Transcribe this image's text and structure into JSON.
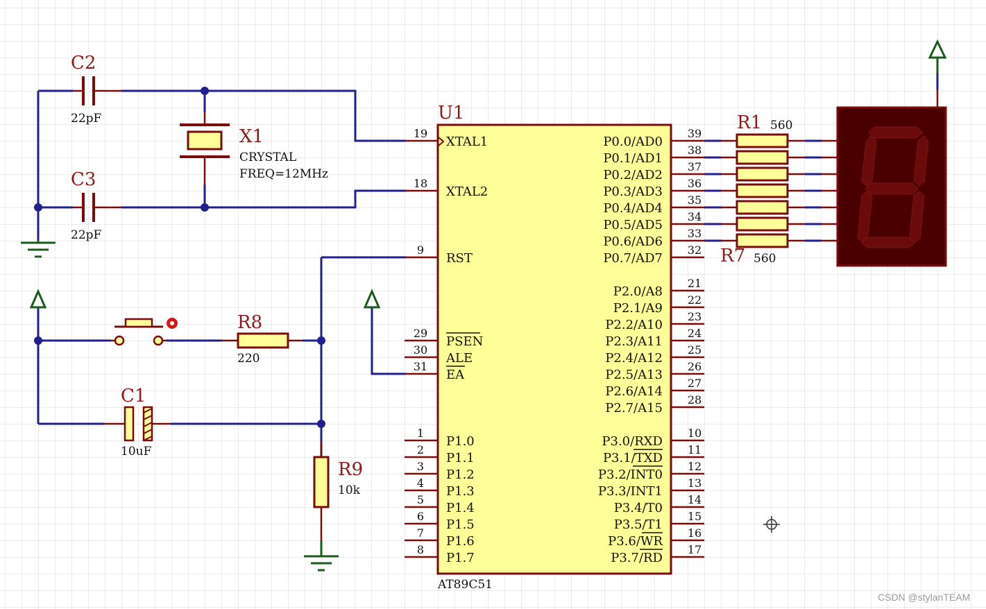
{
  "colors": {
    "wire": "#1f1f8f",
    "pin": "#7a0b0b",
    "component_fill": "#ffff99",
    "label": "#8b1a1a",
    "power": "#1a5a1a",
    "segment_display": "#4a0000",
    "segment": "#6b0a0a",
    "grid": "#d9d9d9"
  },
  "u1": {
    "ref": "U1",
    "part": "AT89C51",
    "left_pins": [
      {
        "num": "19",
        "name": "XTAL1"
      },
      {
        "num": "18",
        "name": "XTAL2"
      },
      {
        "num": "9",
        "name": "RST"
      },
      {
        "num": "29",
        "name": "PSEN"
      },
      {
        "num": "30",
        "name": "ALE"
      },
      {
        "num": "31",
        "name": "EA"
      },
      {
        "num": "1",
        "name": "P1.0"
      },
      {
        "num": "2",
        "name": "P1.1"
      },
      {
        "num": "3",
        "name": "P1.2"
      },
      {
        "num": "4",
        "name": "P1.3"
      },
      {
        "num": "5",
        "name": "P1.4"
      },
      {
        "num": "6",
        "name": "P1.5"
      },
      {
        "num": "7",
        "name": "P1.6"
      },
      {
        "num": "8",
        "name": "P1.7"
      }
    ],
    "right_pins": [
      {
        "num": "39",
        "name": "P0.0/AD0"
      },
      {
        "num": "38",
        "name": "P0.1/AD1"
      },
      {
        "num": "37",
        "name": "P0.2/AD2"
      },
      {
        "num": "36",
        "name": "P0.3/AD3"
      },
      {
        "num": "35",
        "name": "P0.4/AD4"
      },
      {
        "num": "34",
        "name": "P0.5/AD5"
      },
      {
        "num": "33",
        "name": "P0.6/AD6"
      },
      {
        "num": "32",
        "name": "P0.7/AD7"
      },
      {
        "num": "21",
        "name": "P2.0/A8"
      },
      {
        "num": "22",
        "name": "P2.1/A9"
      },
      {
        "num": "23",
        "name": "P2.2/A10"
      },
      {
        "num": "24",
        "name": "P2.3/A11"
      },
      {
        "num": "25",
        "name": "P2.4/A12"
      },
      {
        "num": "26",
        "name": "P2.5/A13"
      },
      {
        "num": "27",
        "name": "P2.6/A14"
      },
      {
        "num": "28",
        "name": "P2.7/A15"
      },
      {
        "num": "10",
        "name": "P3.0/RXD"
      },
      {
        "num": "11",
        "name": "P3.1/TXD"
      },
      {
        "num": "12",
        "name": "P3.2/INT0"
      },
      {
        "num": "13",
        "name": "P3.3/INT1"
      },
      {
        "num": "14",
        "name": "P3.4/T0"
      },
      {
        "num": "15",
        "name": "P3.5/T1"
      },
      {
        "num": "16",
        "name": "P3.6/WR"
      },
      {
        "num": "17",
        "name": "P3.7/RD"
      }
    ]
  },
  "c2": {
    "ref": "C2",
    "value": "22pF"
  },
  "c3": {
    "ref": "C3",
    "value": "22pF"
  },
  "x1": {
    "ref": "X1",
    "type": "CRYSTAL",
    "freq": "FREQ=12MHz"
  },
  "r8": {
    "ref": "R8",
    "value": "220"
  },
  "c1": {
    "ref": "C1",
    "value": "10uF"
  },
  "r9": {
    "ref": "R9",
    "value": "10k"
  },
  "r1": {
    "ref": "R1",
    "value": "560"
  },
  "r7": {
    "ref": "R7",
    "value": "560"
  },
  "watermark": "CSDN @stylanTEAM"
}
